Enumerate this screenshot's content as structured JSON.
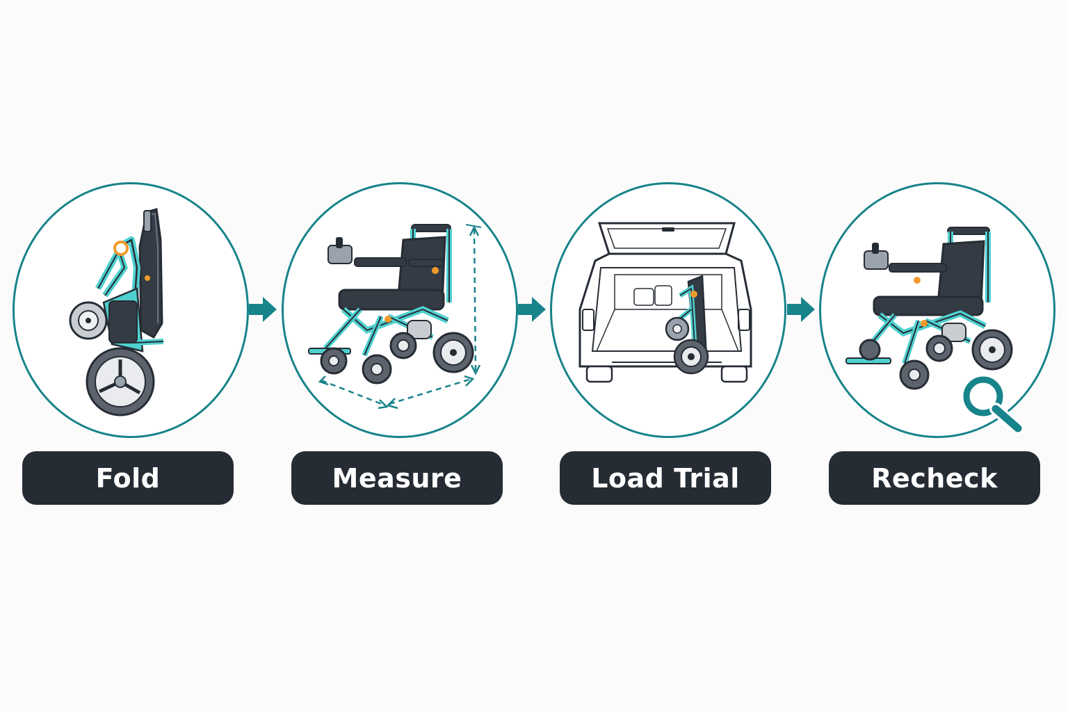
{
  "steps": [
    {
      "label": "Fold",
      "icon": "folded-wheelchair-icon"
    },
    {
      "label": "Measure",
      "icon": "measured-wheelchair-icon"
    },
    {
      "label": "Load Trial",
      "icon": "car-trunk-icon"
    },
    {
      "label": "Recheck",
      "icon": "wheelchair-recheck-icon"
    }
  ],
  "colors": {
    "teal": "#17838a",
    "frame": "#4fd0d0",
    "dark": "#262c34",
    "seat": "#353b44",
    "accent": "#f39a2b"
  }
}
